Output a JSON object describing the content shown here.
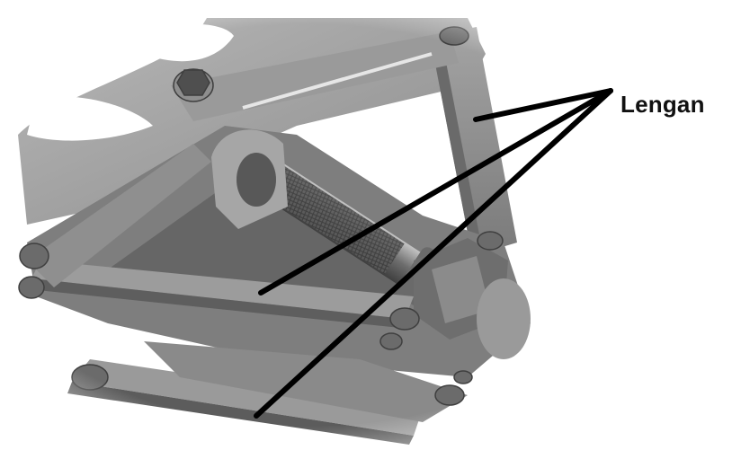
{
  "annotation": {
    "label": "Lengan",
    "label_color": "#111111",
    "line_color": "#000000"
  },
  "colors": {
    "background": "#ffffff",
    "metal_light": "#a9a9a9",
    "metal_mid": "#8a8a8a",
    "metal_dark": "#5a5a5a",
    "metal_shadow": "#3d3d3d"
  },
  "parts": [
    "lever-arm-upright",
    "lever-arm-middle",
    "lever-arm-lower",
    "threaded-screw-shaft",
    "top-plate",
    "bolts"
  ]
}
